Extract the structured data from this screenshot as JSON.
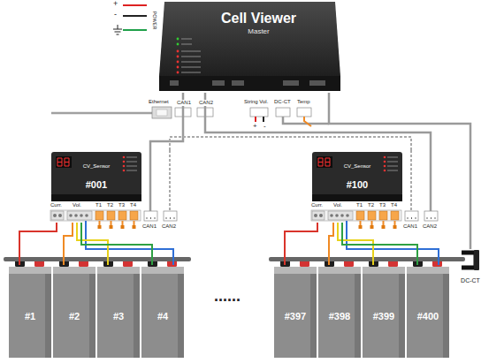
{
  "diagram": {
    "nodes": [
      {
        "text": [
          "Cell Viewer",
          "Master"
        ]
      },
      {
        "text": [
          "CV_Sensor",
          "#001"
        ]
      },
      {
        "text": [
          "CV_Sensor",
          "#100"
        ]
      },
      {
        "text": [
          "#1"
        ]
      },
      {
        "text": [
          "#2"
        ]
      },
      {
        "text": [
          "#3"
        ]
      },
      {
        "text": [
          "#4"
        ]
      },
      {
        "text": [
          "#397"
        ]
      },
      {
        "text": [
          "#398"
        ]
      },
      {
        "text": [
          "#399"
        ]
      },
      {
        "text": [
          "#400"
        ]
      },
      {
        "text": [
          "DC-CT"
        ]
      }
    ],
    "edges": [
      {
        "from": 0,
        "to": 1,
        "arrow": "none"
      },
      {
        "from": 0,
        "to": 2,
        "arrow": "none"
      },
      {
        "from": 1,
        "to": 2,
        "arrow": "none"
      },
      {
        "from": 0,
        "to": 11,
        "arrow": "none"
      },
      {
        "from": 1,
        "to": 3,
        "arrow": "none"
      },
      {
        "from": 1,
        "to": 4,
        "arrow": "none"
      },
      {
        "from": 1,
        "to": 5,
        "arrow": "none"
      },
      {
        "from": 1,
        "to": 6,
        "arrow": "none"
      },
      {
        "from": 2,
        "to": 7,
        "arrow": "none"
      },
      {
        "from": 2,
        "to": 8,
        "arrow": "none"
      },
      {
        "from": 2,
        "to": 9,
        "arrow": "none"
      },
      {
        "from": 2,
        "to": 10,
        "arrow": "none"
      }
    ],
    "labels": [
      "+",
      "-",
      "POWER",
      "Ethernet",
      "CAN1",
      "CAN2",
      "String Vol.",
      "DC-CT",
      "Temp",
      "+",
      "-",
      "Curr.",
      "Vol.",
      "T1",
      "T2",
      "T3",
      "T4",
      "CAN1",
      "CAN2",
      "Curr.",
      "Vol.",
      "T1",
      "T2",
      "T3",
      "T4",
      "CAN1",
      "CAN2",
      "......"
    ]
  }
}
